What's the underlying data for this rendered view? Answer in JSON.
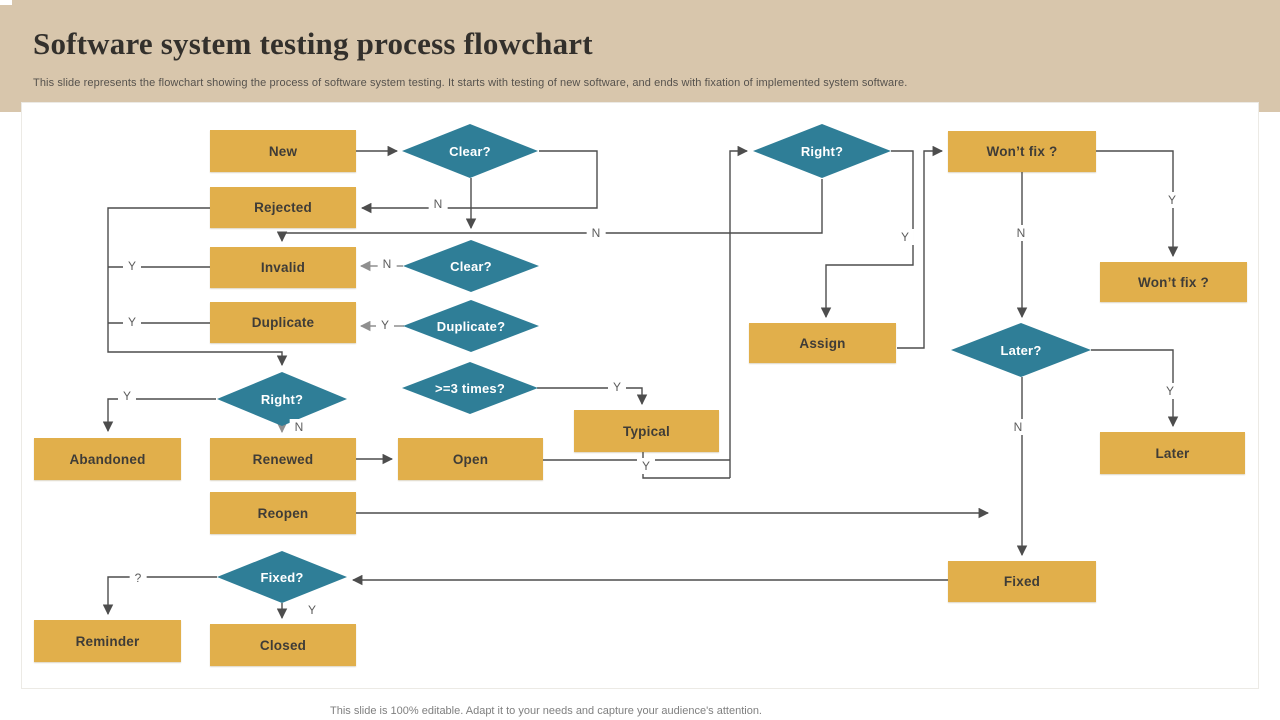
{
  "header": {
    "title": "Software system testing process flowchart",
    "subtitle": "This slide represents the flowchart showing the process of software system testing. It starts with testing of new software, and ends with fixation  of implemented system software."
  },
  "footer": {
    "text": "This slide is 100% editable. Adapt it to your needs and capture your audience's attention."
  },
  "colors": {
    "header_beige": "#D8C6AC",
    "box_gold": "#E1AF4B",
    "diamond_teal": "#2F7E97",
    "line_dark": "#4D4D4D",
    "line_gray": "#8F8F8F"
  },
  "nodes": {
    "new": "New",
    "rejected": "Rejected",
    "invalid": "Invalid",
    "duplicate": "Duplicate",
    "abandoned": "Abandoned",
    "renewed": "Renewed",
    "open": "Open",
    "typical": "Typical",
    "reopen": "Reopen",
    "assign": "Assign",
    "wont_fix_1": "Won’t fix ?",
    "wont_fix_2": "Won’t fix ?",
    "later": "Later",
    "fixed": "Fixed",
    "reminder": "Reminder",
    "closed": "Closed"
  },
  "decisions": {
    "clear_1": "Clear?",
    "right_1": "Right?",
    "clear_2": "Clear?",
    "duplicate_q": "Duplicate?",
    "three_times": ">=3 times?",
    "right_2": "Right?",
    "later_q": "Later?",
    "fixed_q": "Fixed?"
  },
  "edge_labels": {
    "clear1_no": "N",
    "right1_no": "N",
    "clear2_no": "N",
    "duplicateq_yes": "Y",
    "threetimes_yes": "Y",
    "open_yes": "Y",
    "right1_yes": "Y",
    "wontfix1_no": "N",
    "wontfix1_yes": "Y",
    "laterq_yes": "Y",
    "laterq_no": "N",
    "right2_no": "N",
    "right2_yes": "Y",
    "invalid_yes": "Y",
    "duplicate_yes": "Y",
    "fixedq_unknown": "?",
    "fixedq_yes": "Y"
  }
}
